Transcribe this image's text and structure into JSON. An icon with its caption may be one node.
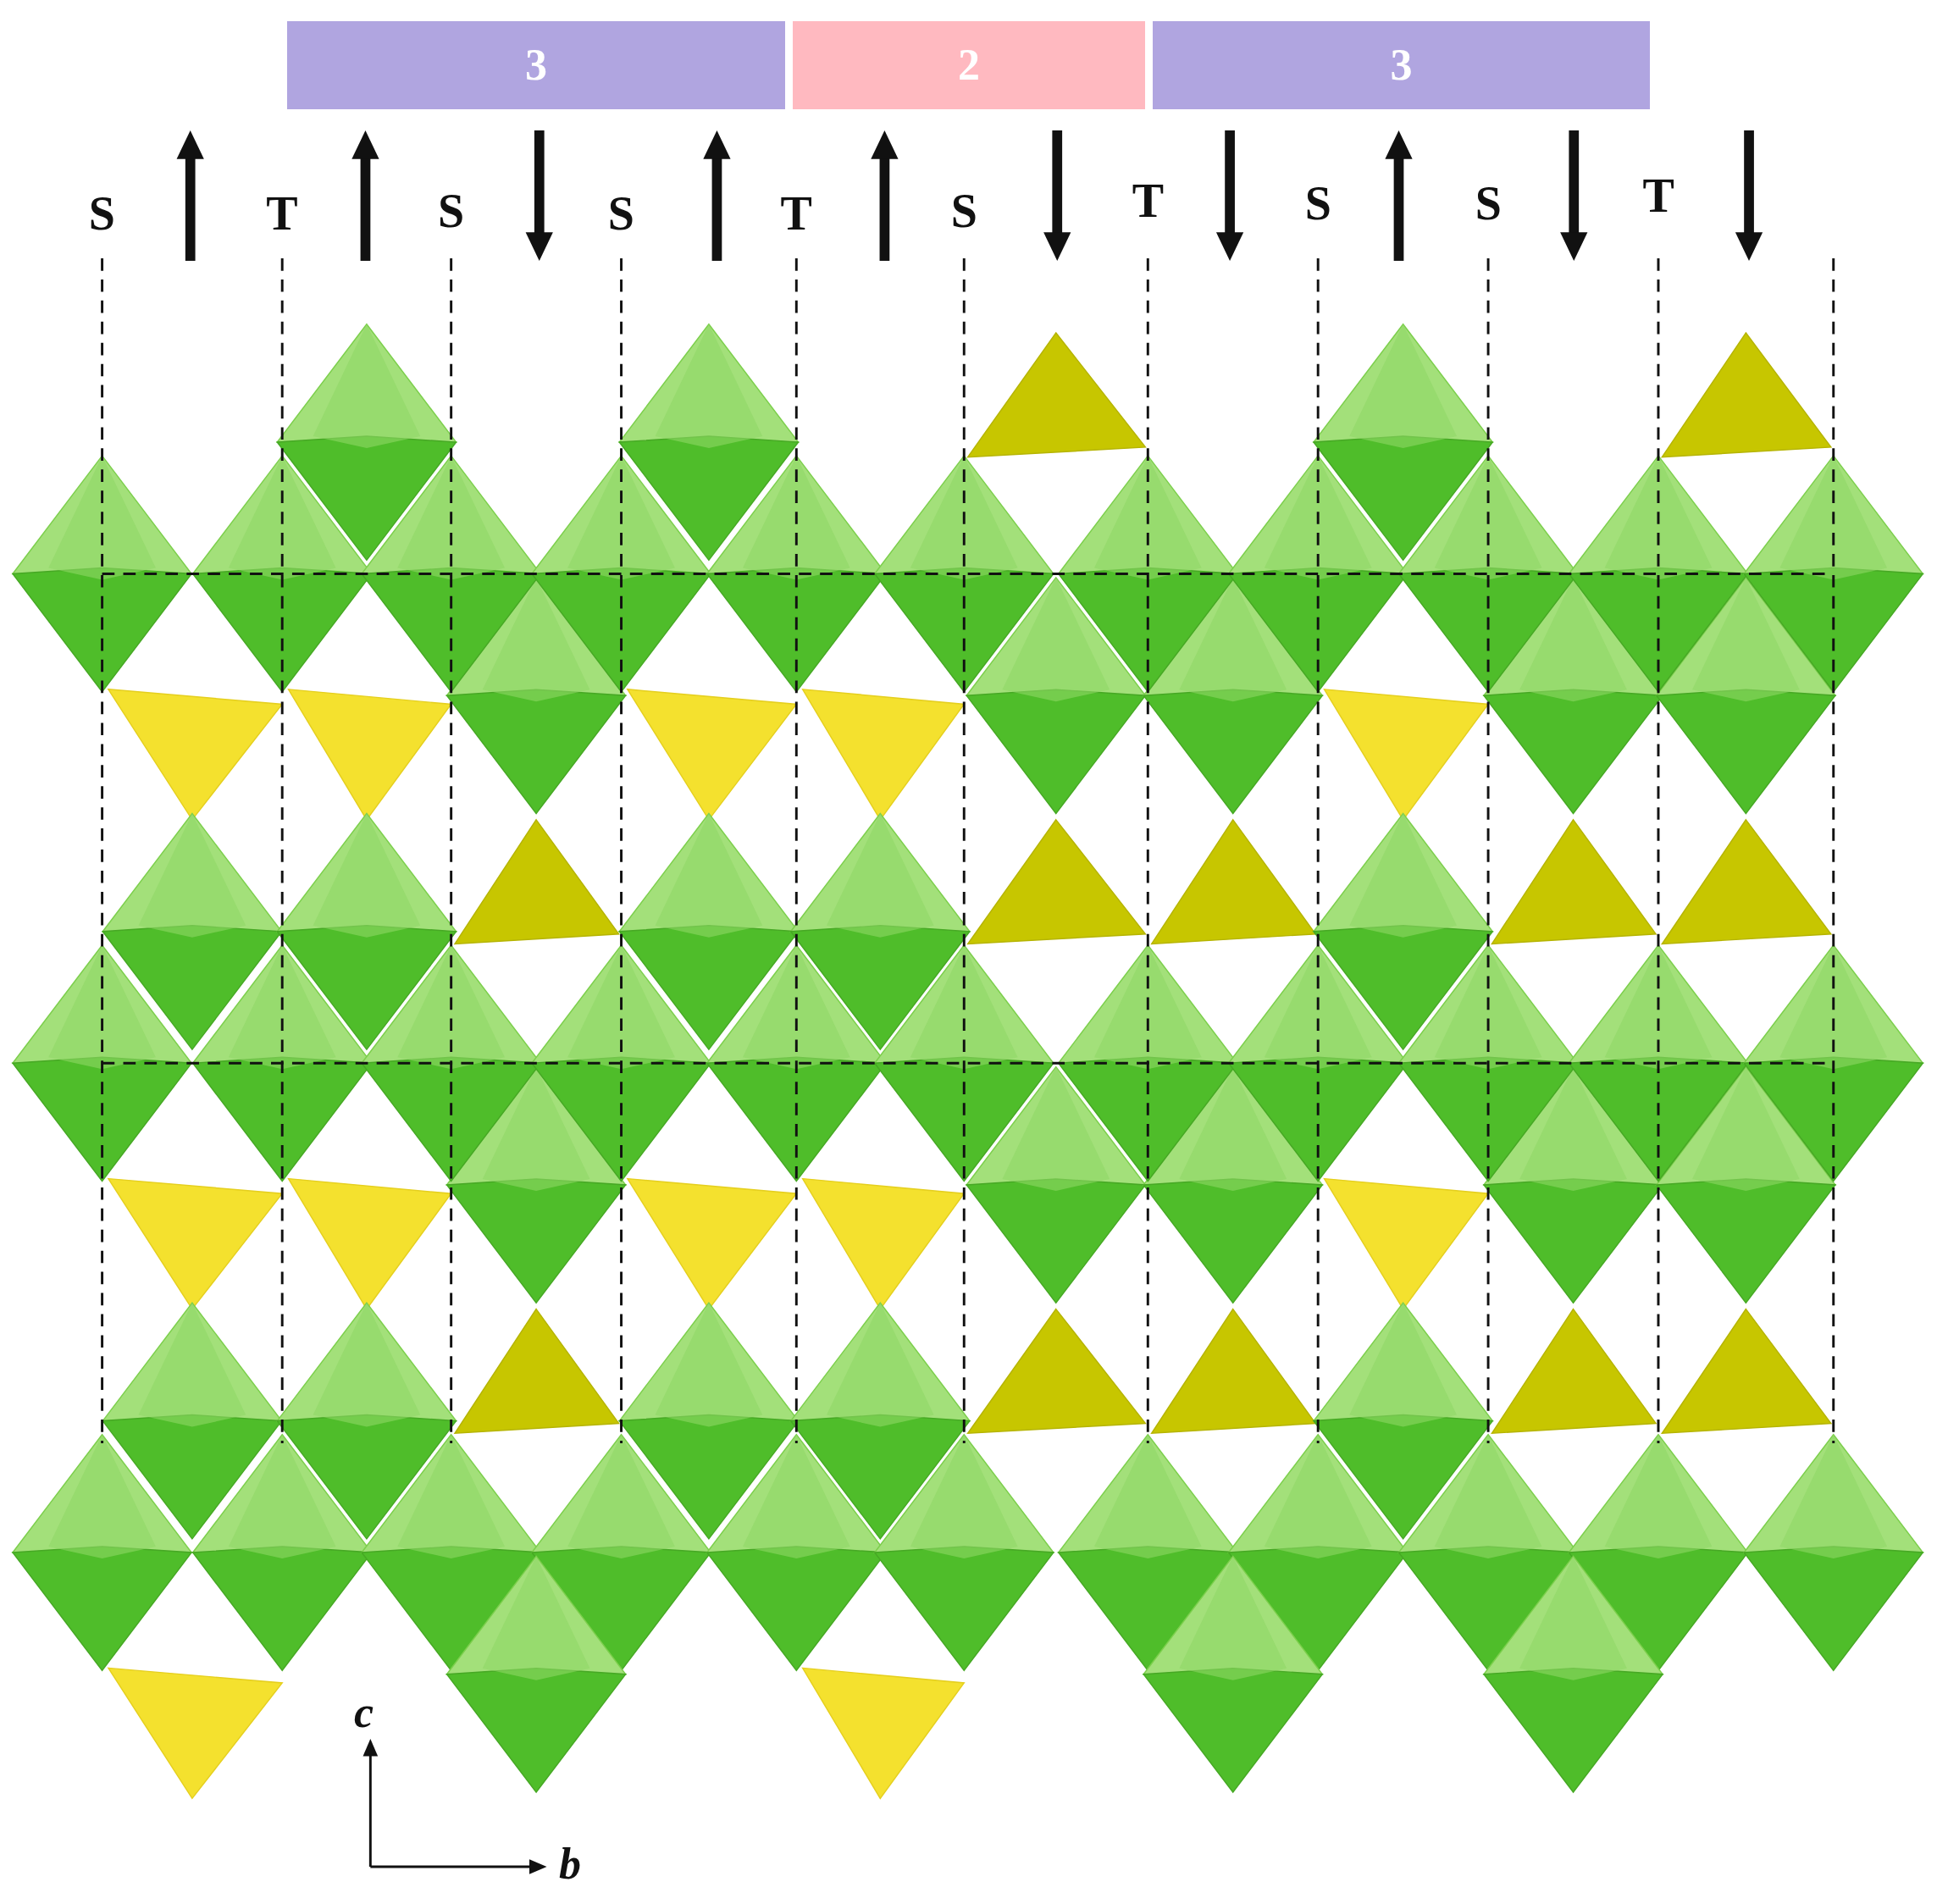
{
  "diagram": {
    "nodes": [
      {
        "text": [
          "3"
        ]
      },
      {
        "text": [
          "2"
        ]
      },
      {
        "text": [
          "3"
        ]
      }
    ],
    "labels": [
      "S",
      "T",
      "S",
      "S",
      "T",
      "S",
      "T",
      "S",
      "S",
      "T",
      "c",
      "b"
    ]
  }
}
